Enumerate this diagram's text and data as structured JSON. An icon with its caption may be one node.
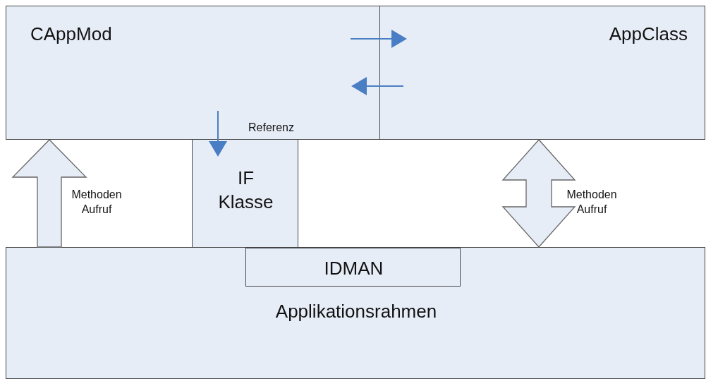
{
  "diagram": {
    "nodes": [
      {
        "text": [
          "CAppMod"
        ]
      },
      {
        "text": [
          "AppClass"
        ]
      },
      {
        "text": [
          "IF Klasse"
        ]
      },
      {
        "text": [
          "Applikationsrahmen"
        ]
      },
      {
        "text": [
          "IDMAN"
        ],
        "in": 3
      }
    ],
    "edges": [
      {
        "from": 0,
        "to": 1,
        "arrow": "to",
        "color": "#4a7ec4"
      },
      {
        "from": 1,
        "to": 0,
        "arrow": "to",
        "color": "#4a7ec4"
      },
      {
        "from": 0,
        "to": 2,
        "arrow": "to",
        "label": "Referenz",
        "color": "#4a7ec4"
      },
      {
        "from": 3,
        "to": 0,
        "arrow": "to",
        "label": "Methoden Aufruf"
      },
      {
        "from": 1,
        "to": 3,
        "arrow": "both",
        "label": "Methoden Aufruf"
      }
    ]
  }
}
